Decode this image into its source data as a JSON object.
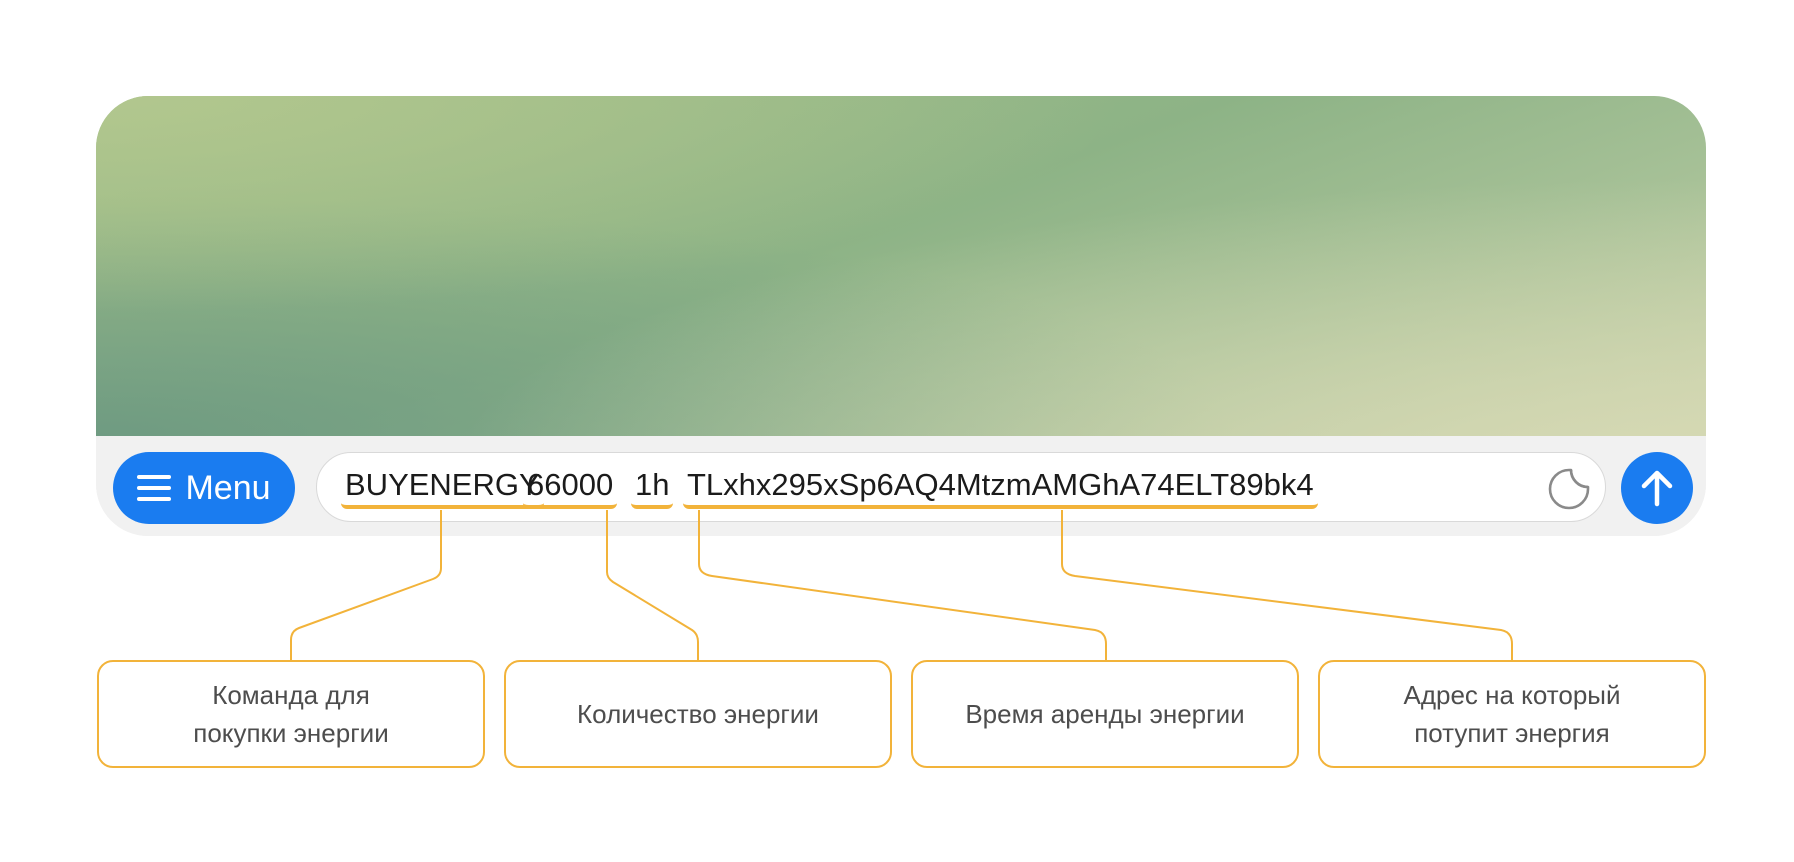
{
  "menu": {
    "label": "Menu",
    "icon": "hamburger-icon",
    "color": "#1a7cf0"
  },
  "input": {
    "tokens": [
      "BUYENERGY",
      "66000",
      "1h",
      "TLxhx295xSp6AQ4MtzmAMGhA74ELT89bk4"
    ],
    "sticker_icon": "sticker-icon"
  },
  "send": {
    "icon": "arrow-up-icon",
    "color": "#1a7cf0"
  },
  "annotations": [
    "Команда для\nпокупки энергии",
    "Количество энергии",
    "Время аренды энергии",
    "Адрес на который\nпотупит энергия"
  ],
  "accent_color": "#f2b33a"
}
